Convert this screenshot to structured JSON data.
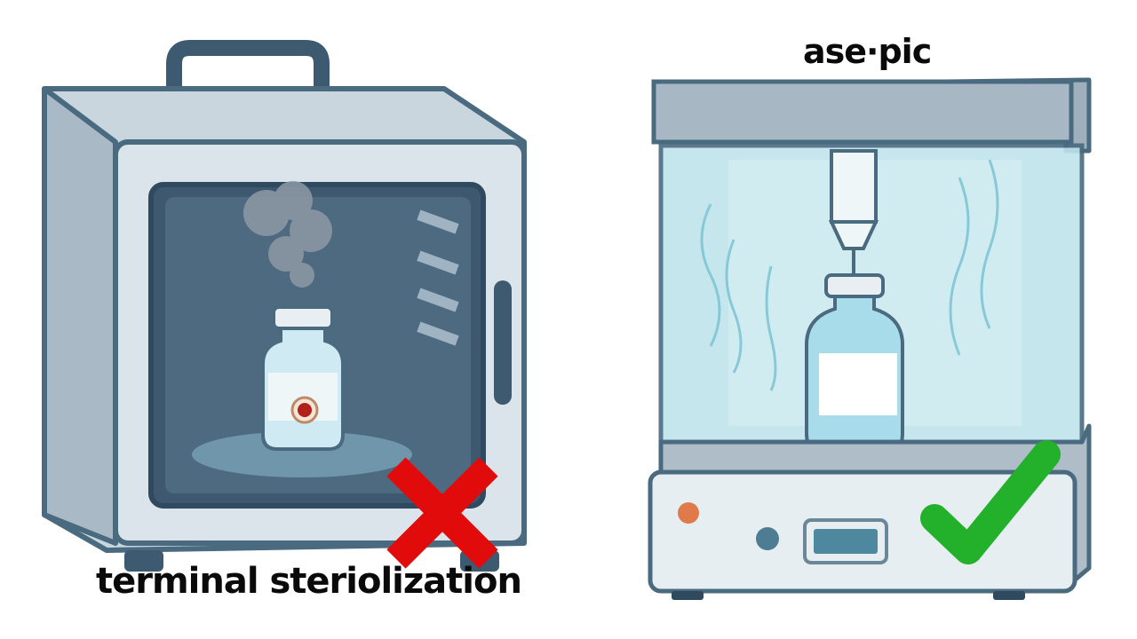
{
  "left_panel": {
    "label": "terminal steriolization",
    "mark": "cross-mark",
    "mark_color": "#e10b0b"
  },
  "right_panel": {
    "label": "ase·pic",
    "mark": "check-mark",
    "mark_color": "#23b02a"
  },
  "colors": {
    "outline": "#4a6a80",
    "oven_body": "#d3dde5",
    "chamber": "#3f5a70",
    "glass": "#bfe4ea",
    "led_orange": "#e07a4a",
    "led_blue": "#4e7d93"
  }
}
